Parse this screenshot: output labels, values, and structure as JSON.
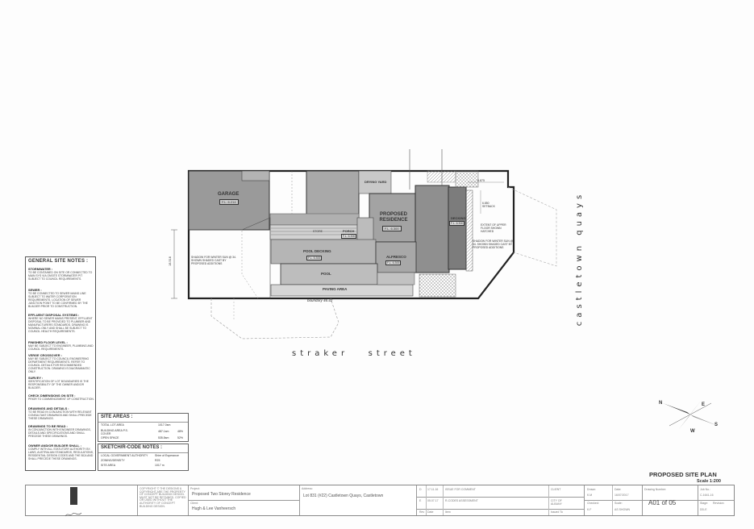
{
  "plan": {
    "garage_label": "GARAGE",
    "garage_fl": "F.L. 6.214",
    "residence_label": "PROPOSED RESIDENCE",
    "residence_fl": "F.L. 6.300",
    "drying_yard": "DRYING YARD",
    "store": "STORE",
    "porch_label": "PORCH",
    "porch_fl": "F.L. 6.300",
    "pool_decking_label": "POOL DECKING",
    "pool_decking_fl": "F.L. 5.300",
    "alfresco_label": "ALFRESCO",
    "alfresco_fl": "F.L. 6.300",
    "decking_label": "DECKING",
    "decking_fl": "F.L. 6.300",
    "pool": "POOL",
    "paving_area": "PAVING AREA",
    "boundary": "boundary 46.42",
    "shadow_note_left": "SHADOW FOR WINTER SUN @ 34. SHOWN SHADED CAST BY PROPOSED ADDITIONS",
    "shadow_note_right": "SHADOW FOR WINTER SUN @ 34. SHOWN SHADED CAST BY PROPOSED ADDITIONS",
    "upper_floor_note": "EXTENT OF UPPER FLOOR SHOWN HATCHED",
    "street_bottom": "straker   street",
    "street_right": "castletown quays",
    "dim_left": "16.516",
    "dim_right_top": "0.875",
    "dim_right_mid": "6.850 SETBACK"
  },
  "general_notes": {
    "title": "GENERAL SITE NOTES :",
    "sections": [
      {
        "heading": "STORMWATER :",
        "body": "TO BE CONTAINED ON SITE OR CONNECTED TO MAIN SYS VIA ONSITE STORMWATER PIT SUBJECT TO COUNCIL REQUIREMENTS."
      },
      {
        "heading": "SEWER :",
        "body": "TO BE CONNECTED TO SEWER MAINS LINE SUBJECT TO WATER CORPORATION REQUIREMENTS. LOCATION OF SEWER JUNCTION POINT TO BE CONFIRMED BY THE BUILDER PRIOR TO CONSTRUCTION."
      },
      {
        "heading": "EFFLUENT DISPOSAL SYSTEMS :",
        "body": "WHERE NO SEWER MAINS PRESENT, EFFLUENT DISPOSAL TO BE PROVIDED TO PLUMBER AND MANUFACTURERS STANDARDS. DRAWING IS NOMINAL ONLY AND SHALL BE SUBJECT TO COUNCIL HEALTH REQUIREMENTS."
      },
      {
        "heading": "FINISHED FLOOR LEVEL :",
        "body": "MAY BE SUBJECT TO ENGINEER, PLUMBING AND COUNCIL REQUIREMENTS."
      },
      {
        "heading": "VERGE CROSSOVER :",
        "body": "MAY BE SUBJECT TO COUNCIL ENGINEERING DEPARTMENT REQUIREMENTS. REFER TO COUNCIL DETAILS FOR RECOMMENDED CONSTRUCTION. DRAWING IS DIAGRAMMATIC ONLY."
      },
      {
        "heading": "SURVEY :",
        "body": "IDENTIFICATION OF LOT BOUNDARIES IS THE RESPONSIBILITY OF THE OWNER AND/OR BUILDER."
      },
      {
        "heading": "CHECK DIMENSIONS ON SITE :",
        "body": "PRIOR TO COMMENCEMENT OF CONSTRUCTION."
      },
      {
        "heading": "DRAWINGS AND DETAILS :",
        "body": "TO BE READ IN CONJUNCTION WITH RELEVANT CONSULTANT DRAWINGS AND SHALL PRECEDE THESE DRAWINGS."
      },
      {
        "heading": "DRAWINGS TO BE READ :",
        "body": "IN CONJUNCTION WITH ENGINEER DRAWINGS, DETAILS AND SPECIFICATIONS AND SHALL PRECEDE THESE DRAWINGS."
      },
      {
        "heading": "OWNER AND/OR BUILDER SHALL :",
        "body": "COMPLY WITH ALL STATUTORY AUTHORITY BY-LAWS, AUSTRALIAN STANDARDS, REGULATIONS, RESIDENTIAL DESIGN CODES AND THE BCA AND SHALL PRECEDE THESE DRAWINGS."
      }
    ]
  },
  "site_areas": {
    "title": "SITE AREAS :",
    "rows": [
      {
        "label": "TOTAL LOT AREA",
        "value": "1017.0sm",
        "pct": ""
      },
      {
        "label": "BUILDING AREA P.S. COVER",
        "value": "487.1sm",
        "pct": "48%"
      },
      {
        "label": "OPEN SPACE",
        "value": "535.8sm",
        "pct": "52%"
      }
    ]
  },
  "rcode": {
    "title": "SKETCH/R-CODE NOTES :",
    "rows": [
      {
        "label": "LOCAL GOVERNMENT AUTHORITY",
        "value": "Shire of Esperance"
      },
      {
        "label": "ZONING/DENSITY",
        "value": "R25"
      },
      {
        "label": "SITE AREA",
        "value": "1017 m"
      }
    ]
  },
  "title_block": {
    "sheet_title": "PROPOSED SITE PLAN",
    "scale": "Scale 1:200",
    "project_label": "Project:",
    "project": "Proposed Two Storey Residence",
    "client_label": "Client:",
    "client": "Hugh & Lee Vanheersch",
    "address_label": "Address:",
    "address": "Lot 831 (#22) Castletown Quays, Castletown",
    "revisions": [
      {
        "rev": "D",
        "date": "17.11.16",
        "item": "ISSUE FOR COMMENT",
        "issued": "CLIENT"
      },
      {
        "rev": "E",
        "date": "05.07.17",
        "item": "R-CODES ASSESSMENT",
        "issued": "CITY OF ALBANY"
      }
    ],
    "rev_header": {
      "rev": "Rev",
      "date": "Date",
      "item": "Item",
      "issued": "Issued To"
    },
    "drawn_label": "Drawn:",
    "drawn": "K.M",
    "date_label": "Date:",
    "date": "16/07/2017",
    "checked_label": "Checked:",
    "checked": "K.F",
    "scale_label": "Scale:",
    "scale_val": "AS SHOWN",
    "drawing_number_label": "Drawing Number:",
    "drawing_number": "A01 of 05",
    "job_label": "Job No.:",
    "job": "C-1641-16",
    "stage_label": "Stage:",
    "stage": "DD-E",
    "revision_label": "Revision:",
    "copyright": "COPYRIGHT © THE DESIGNS & COPYRIGHT ARE THE PROPERTY OF CONCEPT BUILDING DESIGN. MUST NOT BE RETAINED, COPIED OR USED WITHOUT THE AUTHORITY OF CONCEPT BUILDING DESIGN."
  },
  "compass": {
    "n": "N",
    "e": "E",
    "s": "S",
    "w": "W"
  }
}
